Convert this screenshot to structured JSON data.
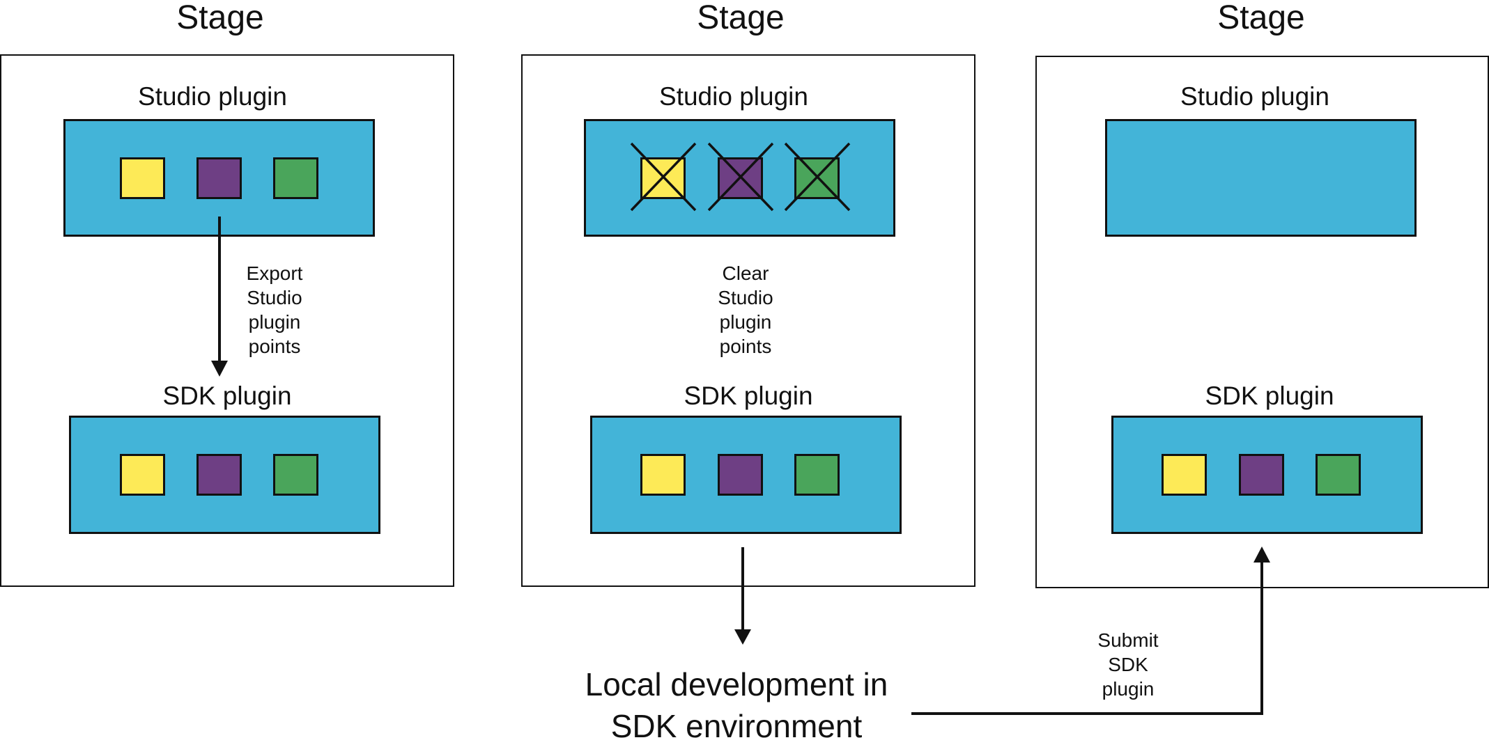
{
  "colors": {
    "plugin_fill": "#43b4d8",
    "point_yellow": "#fdea57",
    "point_purple": "#6e3f84",
    "point_green": "#4aa55b"
  },
  "stages": [
    {
      "title": "Stage",
      "studio_label": "Studio plugin",
      "sdk_label": "SDK plugin",
      "step_lines": [
        "Export",
        "Studio",
        "plugin",
        "points"
      ]
    },
    {
      "title": "Stage",
      "studio_label": "Studio plugin",
      "sdk_label": "SDK plugin",
      "step_lines": [
        "Clear",
        "Studio",
        "plugin",
        "points"
      ]
    },
    {
      "title": "Stage",
      "studio_label": "Studio plugin",
      "sdk_label": "SDK plugin"
    }
  ],
  "local_dev": {
    "lines": [
      "Local development in",
      "SDK environment"
    ]
  },
  "submit": {
    "lines": [
      "Submit",
      "SDK",
      "plugin"
    ]
  }
}
